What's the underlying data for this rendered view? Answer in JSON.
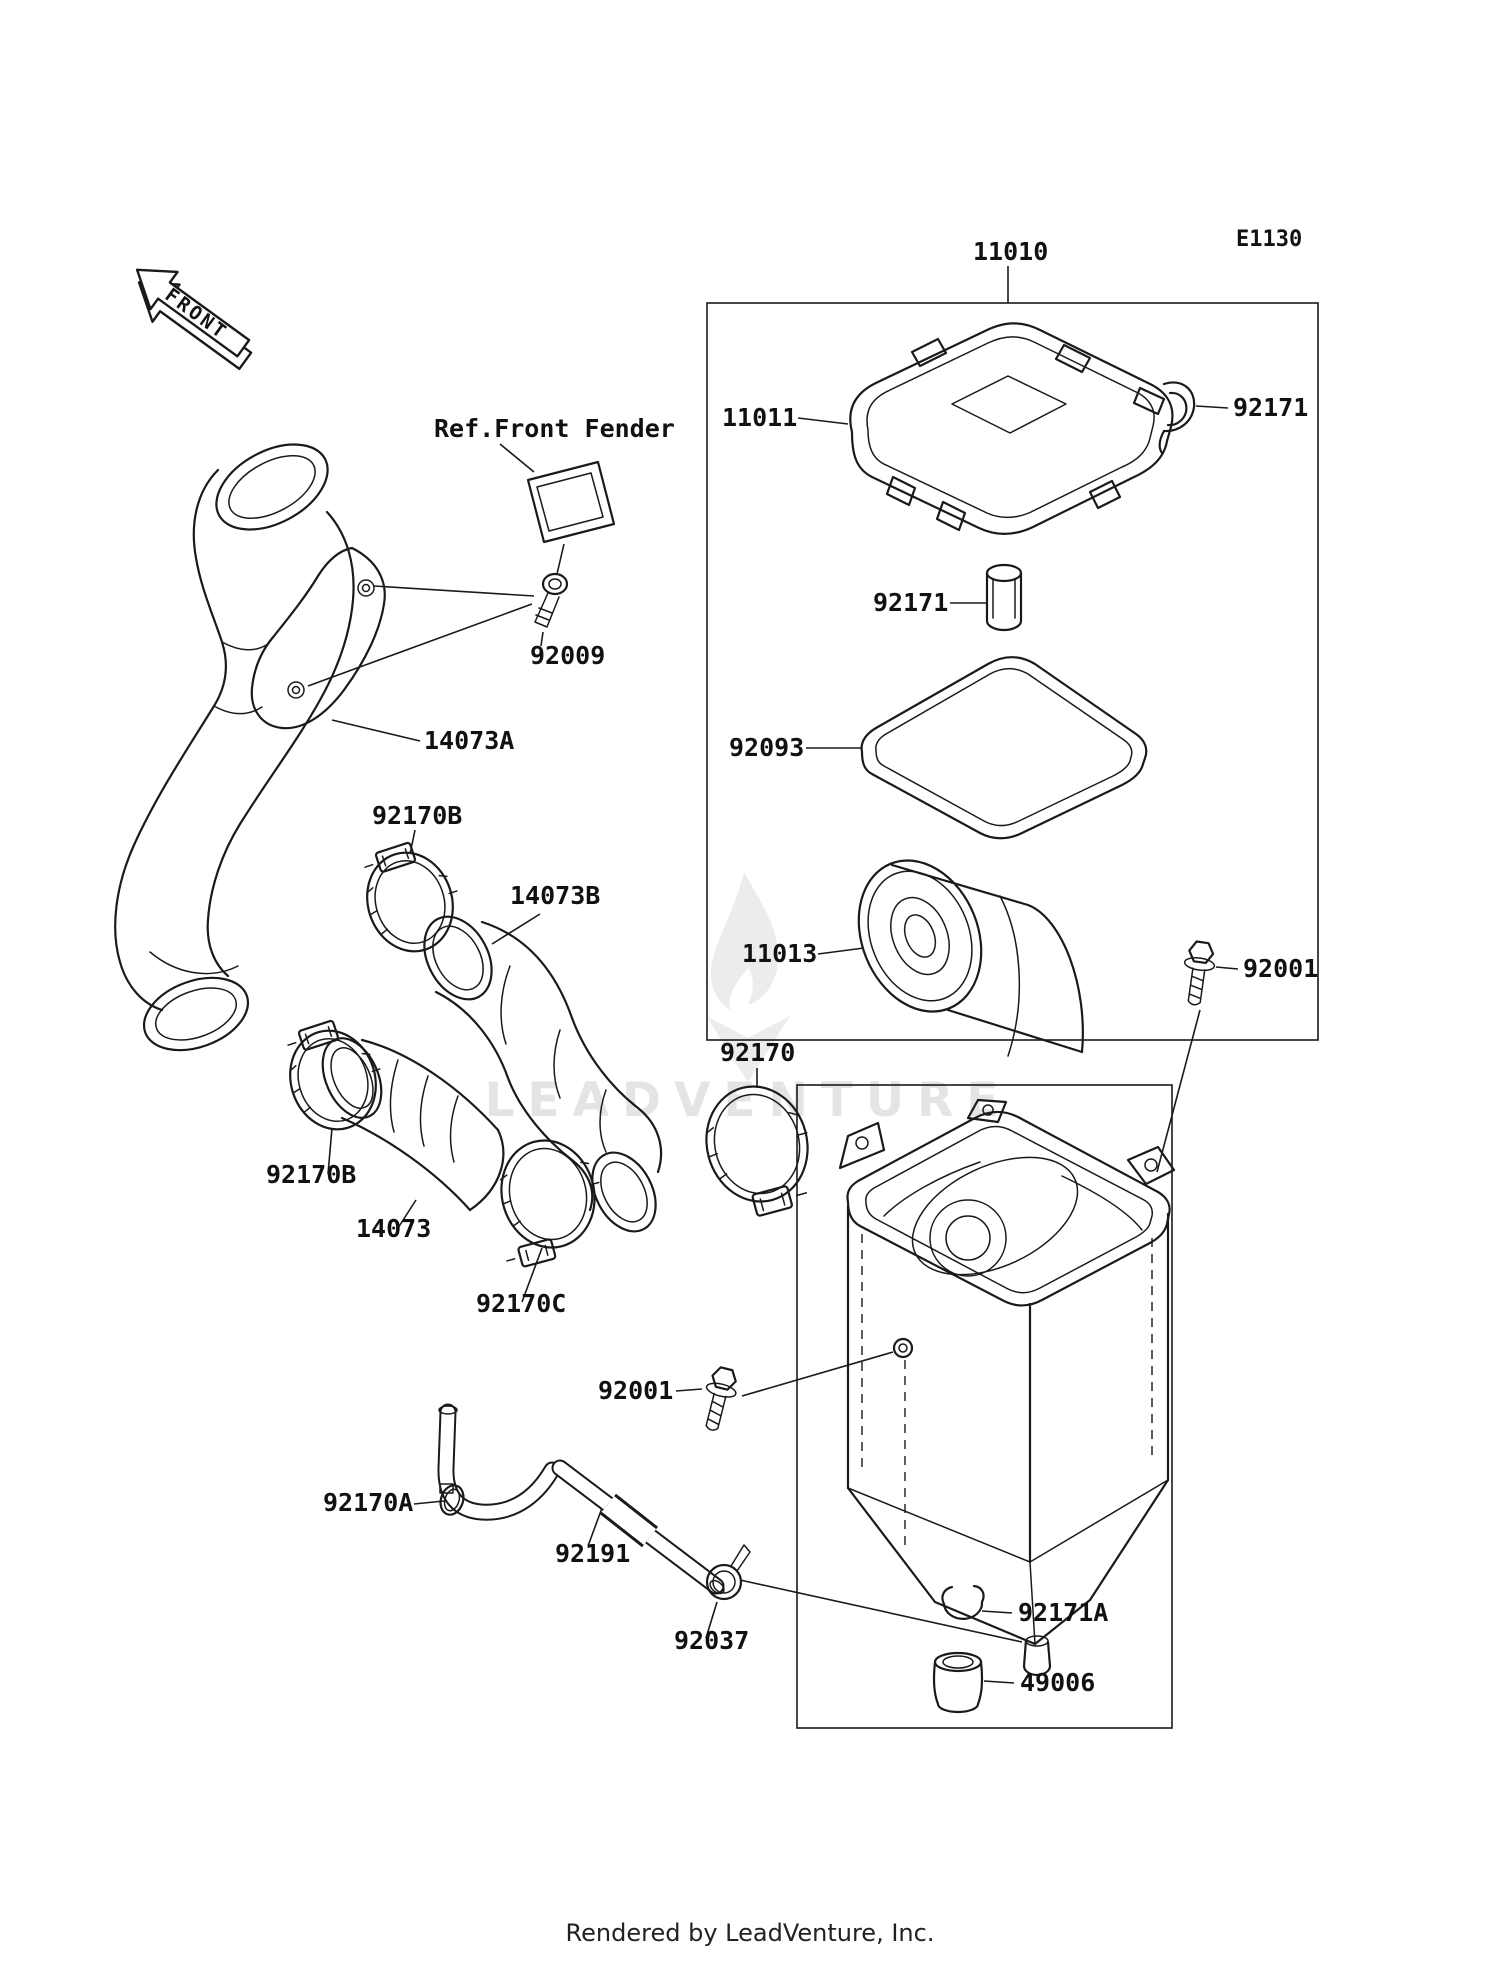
{
  "meta": {
    "diagram_code": "E1130",
    "front_label": "FRONT",
    "reference_note": "Ref.Front Fender",
    "watermark": "LEADVENTURE",
    "footer": "Rendered by LeadVenture, Inc.",
    "ink_color": "#1a1a1a",
    "watermark_color": "#e4e4e4"
  },
  "parts": {
    "assembly": "11010",
    "cover": "11011",
    "clip_cover": "92171",
    "clip_body": "92171",
    "seal": "92093",
    "element": "11013",
    "bolt_right": "92001",
    "bolt_mid": "92001",
    "duct_a": "14073A",
    "bolt_fender": "92009",
    "clamp_b_upper": "92170B",
    "duct_b": "14073B",
    "clamp_main": "92170",
    "clamp_b_lower": "92170B",
    "duct": "14073",
    "clamp_c": "92170C",
    "clamp_a": "92170A",
    "tube": "92191",
    "clamp_drain": "92037",
    "clip_drain": "92171A",
    "boot": "49006"
  }
}
